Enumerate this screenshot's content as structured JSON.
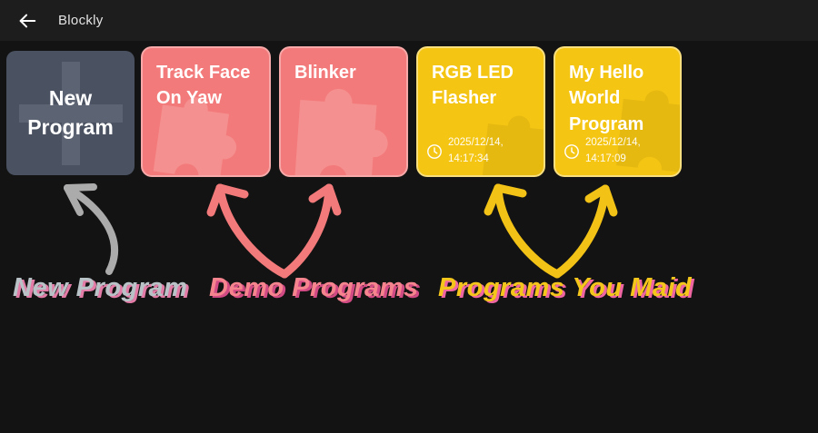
{
  "header": {
    "title": "Blockly",
    "back_icon": "arrow-left-icon"
  },
  "cards": [
    {
      "name": "new-program",
      "title": "New Program",
      "kind": "new",
      "bg_color": "#4a5262",
      "icon": "plus-icon"
    },
    {
      "name": "track-face-on-yaw",
      "title": "Track Face On Yaw",
      "kind": "demo",
      "bg_color": "#f37a7a",
      "icon": "puzzle-icon"
    },
    {
      "name": "blinker",
      "title": "Blinker",
      "kind": "demo",
      "bg_color": "#f37a7a",
      "icon": "puzzle-icon"
    },
    {
      "name": "rgb-led-flasher",
      "title": "RGB LED Flasher",
      "kind": "user",
      "bg_color": "#f5c513",
      "icon": "puzzle-icon",
      "clock_icon": "clock-icon",
      "date": "2025/12/14,",
      "time": "14:17:34"
    },
    {
      "name": "my-hello-world-program",
      "title": "My Hello World Program",
      "kind": "user",
      "bg_color": "#f5c513",
      "icon": "puzzle-icon",
      "clock_icon": "clock-icon",
      "date": "2025/12/14,",
      "time": "14:17:09"
    }
  ],
  "annotations": {
    "new_program": {
      "label": "New Program",
      "color": "#b9c3c7",
      "shadow_color": "#e27ba6",
      "arrow_color": "#ababab"
    },
    "demo_programs": {
      "label": "Demo Programs",
      "color": "#f5848e",
      "shadow_color": "#d14a84",
      "arrow_color": "#f37a7a"
    },
    "programs_you_maid": {
      "label": "Programs You Maid",
      "color": "#f4c61b",
      "shadow_color": "#ee65a2",
      "arrow_color": "#f2c216"
    }
  },
  "colors": {
    "page_background": "#131313",
    "topbar_background": "#1d1d1d",
    "card_title_text": "#ffffff"
  }
}
